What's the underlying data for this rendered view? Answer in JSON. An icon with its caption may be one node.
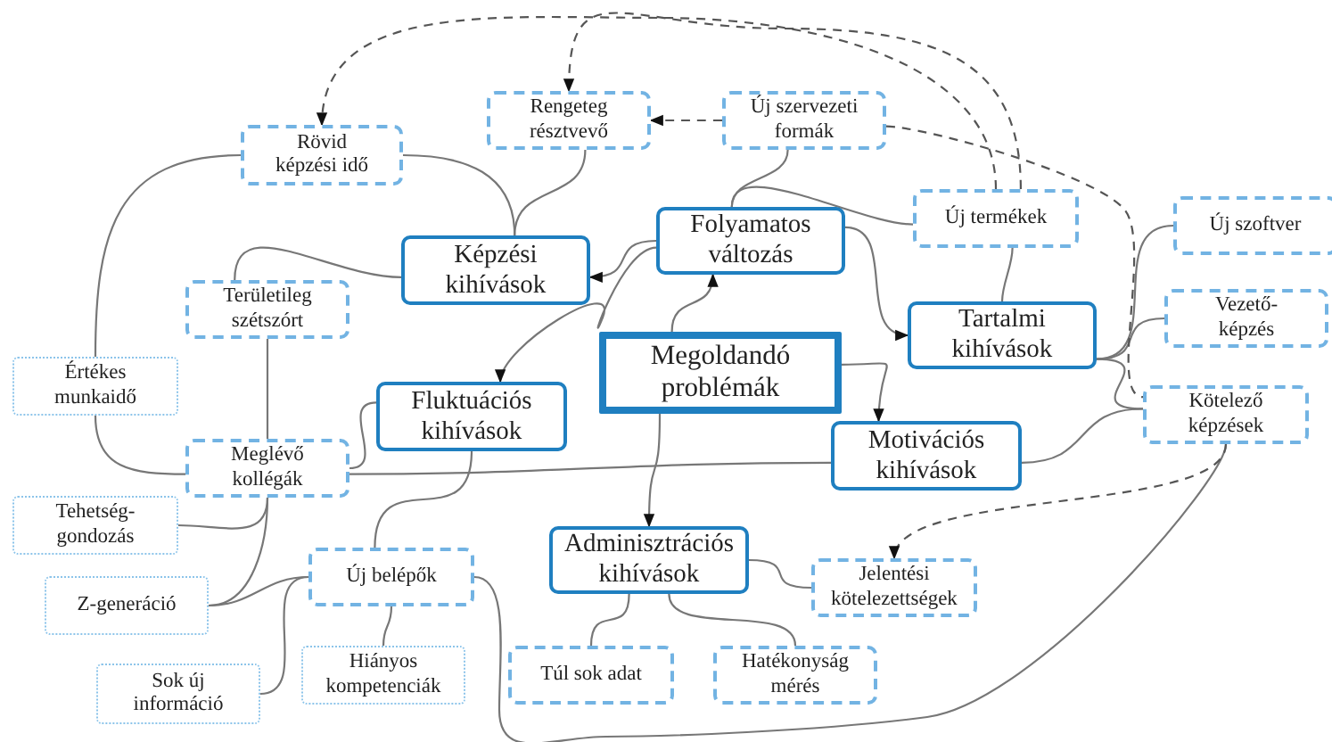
{
  "diagram": {
    "nodes": [
      {
        "text": [
          "Megoldandó problémák"
        ]
      },
      {
        "text": [
          "Folyamatos változás"
        ]
      },
      {
        "text": [
          "Képzési kihívások"
        ]
      },
      {
        "text": [
          "Tartalmi kihívások"
        ]
      },
      {
        "text": [
          "Fluktuációs kihívások"
        ]
      },
      {
        "text": [
          "Motivációs kihívások"
        ]
      },
      {
        "text": [
          "Adminisztrációs kihívások"
        ]
      },
      {
        "text": [
          "Rövid képzési idő"
        ]
      },
      {
        "text": [
          "Rengeteg résztvevő"
        ]
      },
      {
        "text": [
          "Új szervezeti formák"
        ]
      },
      {
        "text": [
          "Új termékek"
        ]
      },
      {
        "text": [
          "Új szoftver"
        ]
      },
      {
        "text": [
          "Vezető-képzés"
        ]
      },
      {
        "text": [
          "Kötelező képzések"
        ]
      },
      {
        "text": [
          "Területileg szétszórt"
        ]
      },
      {
        "text": [
          "Értékes munkaidő"
        ]
      },
      {
        "text": [
          "Meglévő kollégák"
        ]
      },
      {
        "text": [
          "Tehetség-gondozás"
        ]
      },
      {
        "text": [
          "Z-generáció"
        ]
      },
      {
        "text": [
          "Új belépők"
        ]
      },
      {
        "text": [
          "Sok új információ"
        ]
      },
      {
        "text": [
          "Hiányos kompetenciák"
        ]
      },
      {
        "text": [
          "Túl sok adat"
        ]
      },
      {
        "text": [
          "Hatékonyság mérés"
        ]
      },
      {
        "text": [
          "Jelentési kötelezettségek"
        ]
      }
    ],
    "edges": [
      {
        "from": 0,
        "to": 1,
        "arrow": "to"
      },
      {
        "from": 1,
        "to": 2,
        "arrow": "to"
      },
      {
        "from": 1,
        "to": 4,
        "arrow": "to"
      },
      {
        "from": 1,
        "to": 3,
        "arrow": "to"
      },
      {
        "from": 0,
        "to": 5,
        "arrow": "to"
      },
      {
        "from": 0,
        "to": 6,
        "arrow": "to"
      },
      {
        "from": 2,
        "to": 7,
        "arrow": "none"
      },
      {
        "from": 2,
        "to": 8,
        "arrow": "none"
      },
      {
        "from": 2,
        "to": 14,
        "arrow": "none"
      },
      {
        "from": 7,
        "to": 15,
        "arrow": "none"
      },
      {
        "from": 1,
        "to": 9,
        "arrow": "none"
      },
      {
        "from": 1,
        "to": 10,
        "arrow": "none"
      },
      {
        "from": 3,
        "to": 10,
        "arrow": "none"
      },
      {
        "from": 3,
        "to": 11,
        "arrow": "none"
      },
      {
        "from": 3,
        "to": 12,
        "arrow": "none"
      },
      {
        "from": 3,
        "to": 13,
        "arrow": "none"
      },
      {
        "from": 5,
        "to": 13,
        "arrow": "none"
      },
      {
        "from": 5,
        "to": 16,
        "arrow": "none"
      },
      {
        "from": 4,
        "to": 16,
        "arrow": "none"
      },
      {
        "from": 4,
        "to": 19,
        "arrow": "none"
      },
      {
        "from": 14,
        "to": 16,
        "arrow": "none"
      },
      {
        "from": 15,
        "to": 16,
        "arrow": "none"
      },
      {
        "from": 17,
        "to": 16,
        "arrow": "none"
      },
      {
        "from": 18,
        "to": 16,
        "arrow": "none"
      },
      {
        "from": 18,
        "to": 19,
        "arrow": "none"
      },
      {
        "from": 20,
        "to": 19,
        "arrow": "none"
      },
      {
        "from": 21,
        "to": 19,
        "arrow": "none"
      },
      {
        "from": 19,
        "to": 13,
        "arrow": "none"
      },
      {
        "from": 6,
        "to": 22,
        "arrow": "none"
      },
      {
        "from": 6,
        "to": 23,
        "arrow": "none"
      },
      {
        "from": 6,
        "to": 24,
        "arrow": "none"
      },
      {
        "from": 10,
        "to": 7,
        "arrow": "to",
        "style": "dashed"
      },
      {
        "from": 10,
        "to": 8,
        "arrow": "to",
        "style": "dashed"
      },
      {
        "from": 9,
        "to": 8,
        "arrow": "to",
        "style": "dashed"
      },
      {
        "from": 9,
        "to": 13,
        "arrow": "none",
        "style": "dashed"
      },
      {
        "from": 13,
        "to": 24,
        "arrow": "to",
        "style": "dashed"
      }
    ]
  }
}
